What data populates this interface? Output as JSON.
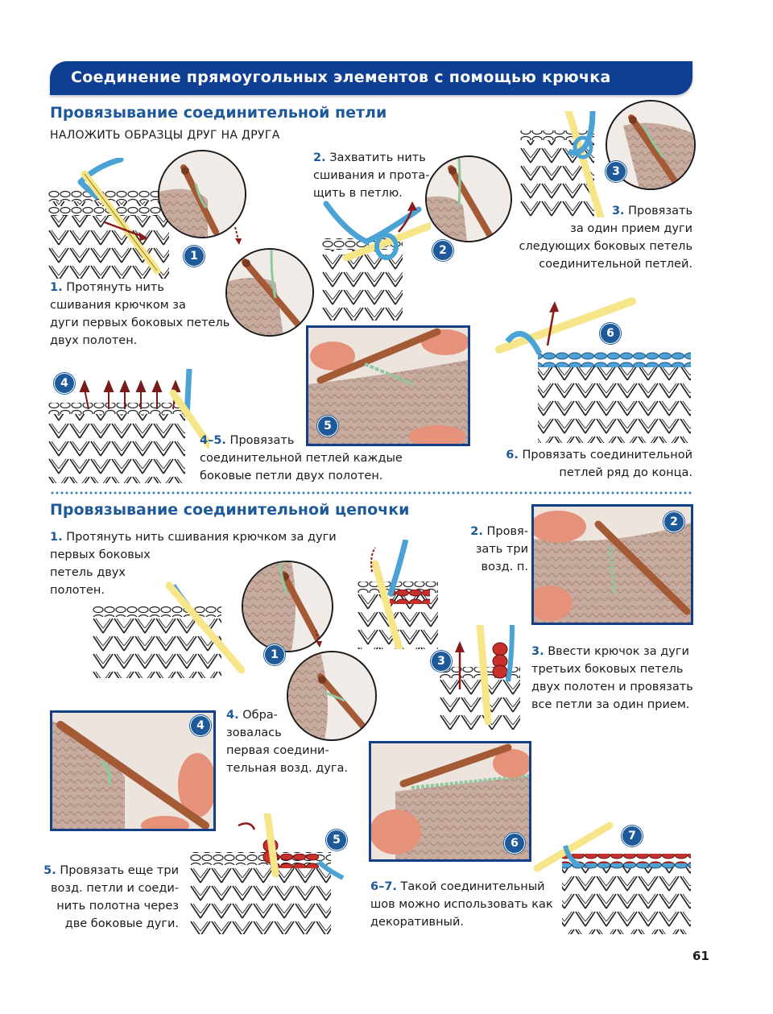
{
  "banner": {
    "title": "Соединение прямоугольных элементов с помощью крючка"
  },
  "section1": {
    "heading": "Провязывание соединительной петли",
    "subheading": "НАЛОЖИТЬ ОБРАЗЦЫ ДРУГ НА ДРУГА",
    "steps": [
      {
        "num": "1.",
        "lines": [
          "Протянуть нить",
          "сшивания крючком за",
          "дуги первых боковых петель",
          "двух полотен."
        ]
      },
      {
        "num": "2.",
        "lines": [
          "Захватить нить",
          "сшивания и прота-",
          "щить в петлю."
        ]
      },
      {
        "num": "3.",
        "lines": [
          "Провязать",
          "за один прием дуги",
          "следующих боковых петель",
          "соединительной петлей."
        ]
      },
      {
        "num": "4–5.",
        "lines": [
          "Провязать",
          "соединительной петлей каждые",
          "боковые петли двух полотен."
        ]
      },
      {
        "num": "6.",
        "lines": [
          "Провязать соединительной",
          "петлей ряд до конца."
        ]
      }
    ],
    "badges": [
      "1",
      "2",
      "3",
      "4",
      "5",
      "6"
    ]
  },
  "section2": {
    "heading": "Провязывание соединительной цепочки",
    "steps": [
      {
        "num": "1.",
        "lines": [
          "Протянуть нить сшивания крючком за дуги",
          "первых боковых",
          "петель двух",
          "полотен."
        ]
      },
      {
        "num": "2.",
        "lines": [
          "Провя-",
          "зать три",
          "возд. п."
        ]
      },
      {
        "num": "3.",
        "lines": [
          "Ввести крючок за дуги",
          "третьих боковых петель",
          "двух полотен и провязать",
          "все петли за один прием."
        ]
      },
      {
        "num": "4.",
        "lines": [
          "Обра-",
          "зовалась",
          "первая соедини-",
          "тельная возд. дуга."
        ]
      },
      {
        "num": "5.",
        "lines": [
          "Провязать еще три",
          "возд. петли и соеди-",
          "нить полотна через",
          "две боковые дуги."
        ]
      },
      {
        "num": "6–7.",
        "lines": [
          "Такой соединительный",
          "шов можно использовать как",
          "декоративный."
        ]
      }
    ],
    "badges": [
      "1",
      "2",
      "3",
      "4",
      "5",
      "6",
      "7"
    ]
  },
  "page_number": "61",
  "colors": {
    "banner": "#0e3f92",
    "heading": "#1e5a99",
    "badge": "#1e5a99",
    "yarn_blue": "#4aa3d4",
    "yarn_red": "#c9302c",
    "hook": "#f7e58a"
  }
}
